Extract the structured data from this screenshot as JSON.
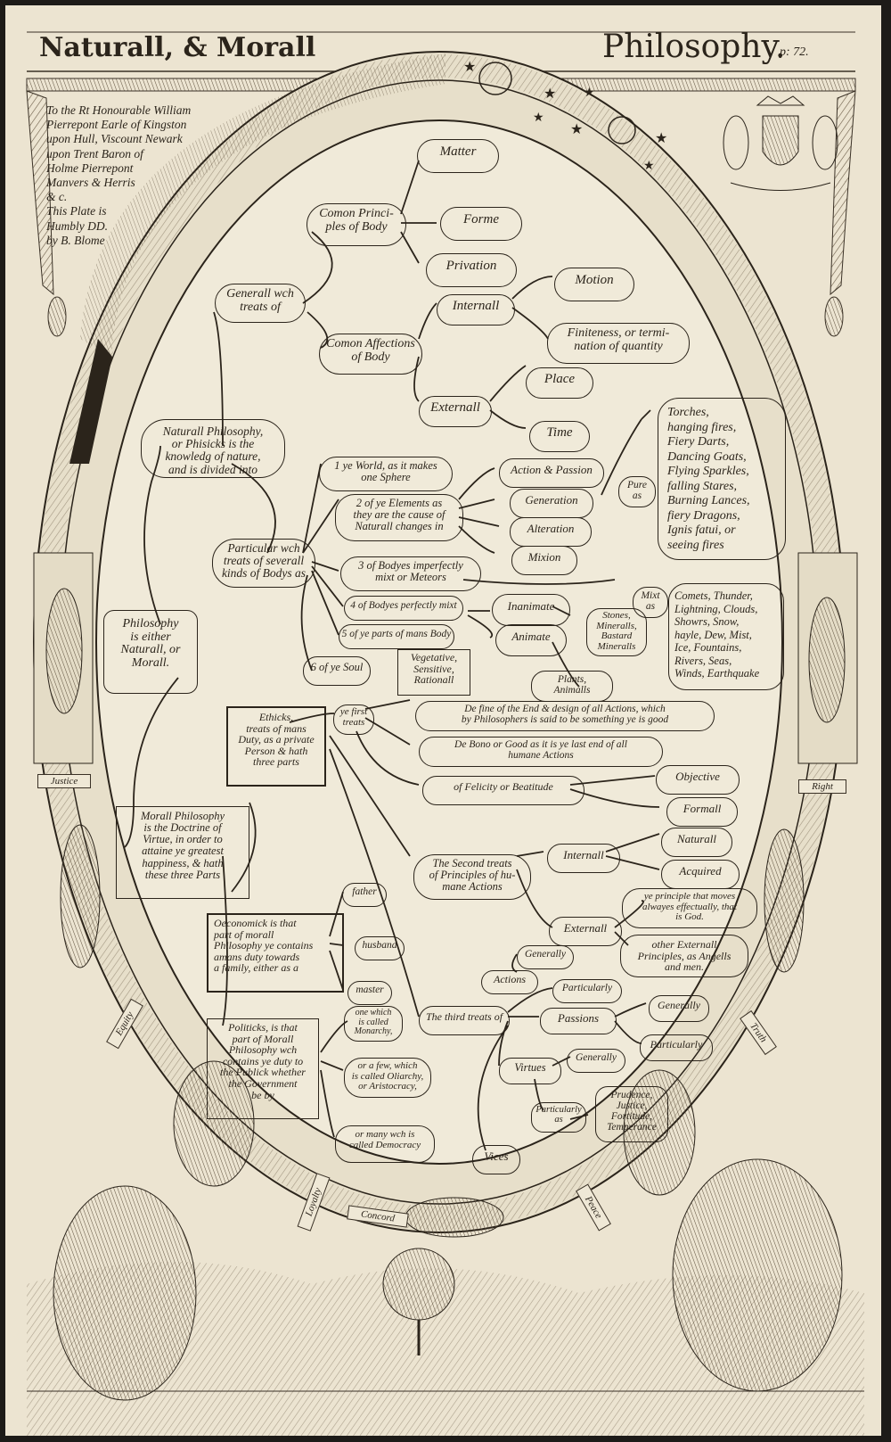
{
  "header": {
    "title_left": "Naturall, & Morall",
    "title_right": "Philosophy.",
    "page_ref": "p: 72."
  },
  "dedication": "To the Rt Honourable William\nPierrepont Earle of Kingston\nupon Hull, Viscount Newark\nupon Trent Baron of\nHolme Pierrepont\nManvers & Herris\n& c.\nThis Plate is\nHumbly DD.\nby B. Blome",
  "tree": {
    "root": "Philosophy\nis either\nNaturall, or\nMorall.",
    "natural": {
      "label": "Naturall Philosophy,\nor Phisicks is the\nknowledg of nature,\nand is divided into",
      "generall": "Generall wch\ntreats of",
      "common_principles": "Comon Princi-\nples of Body",
      "matter": "Matter",
      "forme": "Forme",
      "privation": "Privation",
      "common_affections": "Comon Affections\nof Body",
      "internall": "Internall",
      "motion": "Motion",
      "finiteness": "Finiteness, or termi-\nnation of quantity",
      "externall": "Externall",
      "place": "Place",
      "time": "Time",
      "particular": "Particular wch\ntreats of severall\nkinds of Bodys as",
      "world": "1 ye World, as it makes\none Sphere",
      "elements": "2 of ye Elements as\nthey are the cause of\nNaturall changes in",
      "action_passion": "Action & Passion",
      "generation": "Generation",
      "alteration": "Alteration",
      "mixion": "Mixion",
      "pure_as": "Pure\nas",
      "fiery_list": "Torches,\nhanging fires,\nFiery Darts,\nDancing Goats,\nFlying Sparkles,\nfalling Stares,\nBurning Lances,\nfiery Dragons,\nIgnis fatui, or\nseeing fires",
      "meteors": "3 of Bodyes imperfectly\nmixt or Meteors",
      "mixt_as": "Mixt\nas",
      "comets_list": "Comets, Thunder,\nLightning, Clouds,\nShowrs, Snow,\nhayle, Dew, Mist,\nIce, Fountains,\nRivers, Seas,\nWinds, Earthquake",
      "perfectly_mixt": "4 of Bodyes perfectly mixt",
      "inanimate": "Inanimate",
      "stones": "Stones,\nMineralls,\nBastard\nMineralls",
      "animate": "Animate",
      "plants": "Plants,\nAnimalls",
      "parts_body": "5 of ye parts of mans Body",
      "soul": "6 of ye Soul",
      "soul_kinds": "Vegetative,\nSensitive,\nRationall"
    },
    "moral": {
      "label": "Morall Philosophy\nis the Doctrine of\nVirtue, in order to\nattaine ye greatest\nhappiness, & hath\nthese three Parts",
      "ethicks": "Ethicks,\ntreats of mans\nDuty, as a private\nPerson & hath\nthree parts",
      "first_treats": "ye first\ntreats",
      "define_end": "De fine of the End & design of all Actions, which\nby Philosophers is said to be something ye is good",
      "de_bono": "De Bono or Good as it is ye last end of all\nhumane Actions",
      "felicity": "of Felicity or Beatitude",
      "objective": "Objective",
      "formall": "Formall",
      "second_treats": "The Second treats\nof Principles of hu-\nmane Actions",
      "internall": "Internall",
      "naturall": "Naturall",
      "acquired": "Acquired",
      "externall": "Externall",
      "principle_god": "ye principle that moves\nalwayes effectually, that\nis God.",
      "other_principles": "other Externall\nPrinciples, as Angells\nand men.",
      "third_treats": "The third treats of",
      "actions": "Actions",
      "generally_1": "Generally",
      "particularly_1": "Particularly",
      "passions": "Passions",
      "generally_2": "Generally",
      "particularly_2": "Particularly",
      "virtues": "Virtues",
      "generally_3": "Generally",
      "particularly_as": "Particularly\nas",
      "cardinal": "Prudence,\nJustice,\nFortitude,\nTemperance",
      "vices": "Vices",
      "oeconomick": "Oeconomick is that\npart of morall\nPhilosophy ye contains\namans duty towards\na family, either as a",
      "father": "father",
      "husband": "husband",
      "master": "master",
      "politicks": "Politicks, is that\npart of Morall\nPhilosophy wch\ncontains ye duty to\nthe Publick whether\nthe Government\nbe by",
      "monarchy": "one which\nis called\nMonarchy,",
      "aristocracy": "or a few, which\nis called Oliarchy,\nor Aristocracy,",
      "democracy": "or many wch is\ncalled Democracy"
    }
  },
  "border_labels": {
    "justice": "Justice",
    "right": "Right",
    "equity": "Equity",
    "truth": "Truth",
    "loyalty": "Loyalty",
    "concord": "Concord",
    "peace": "Peace"
  }
}
